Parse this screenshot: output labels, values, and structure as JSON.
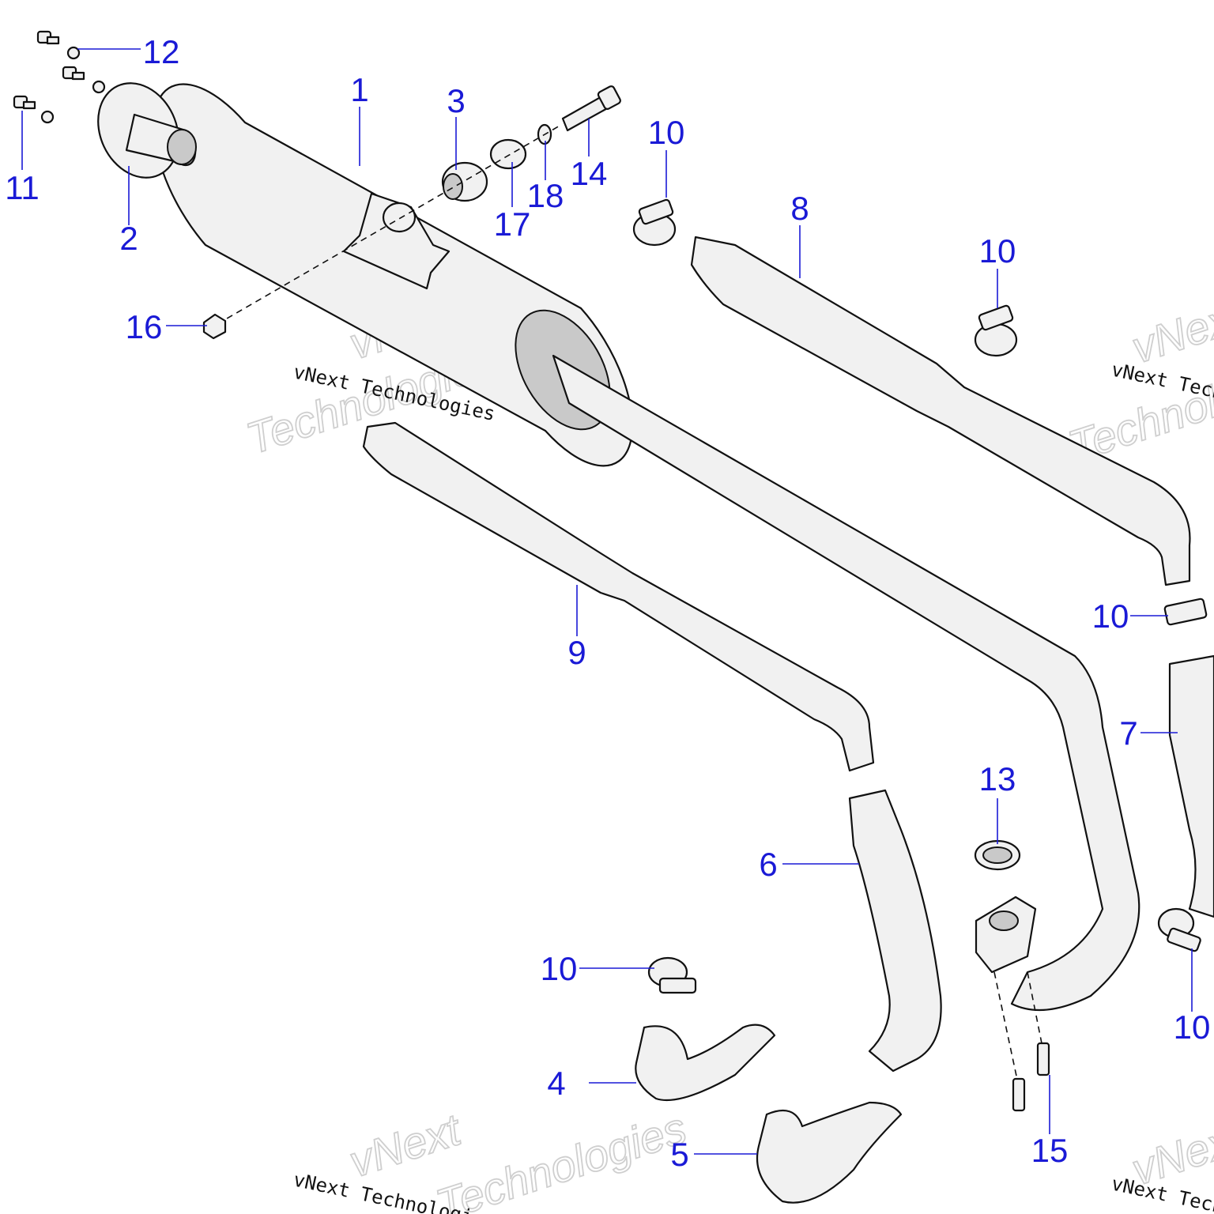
{
  "diagram": {
    "callouts": {
      "c1": "1",
      "c2": "2",
      "c3": "3",
      "c4": "4",
      "c5": "5",
      "c6": "6",
      "c7": "7",
      "c8": "8",
      "c9": "9",
      "c10a": "10",
      "c10b": "10",
      "c10c": "10",
      "c10d": "10",
      "c10e": "10",
      "c11": "11",
      "c12": "12",
      "c13": "13",
      "c14": "14",
      "c15": "15",
      "c16": "16",
      "c17": "17",
      "c18": "18"
    },
    "watermark": {
      "typed": "vNext Technologies",
      "outline_line1": "vNext",
      "outline_line2": "Technologies"
    }
  }
}
